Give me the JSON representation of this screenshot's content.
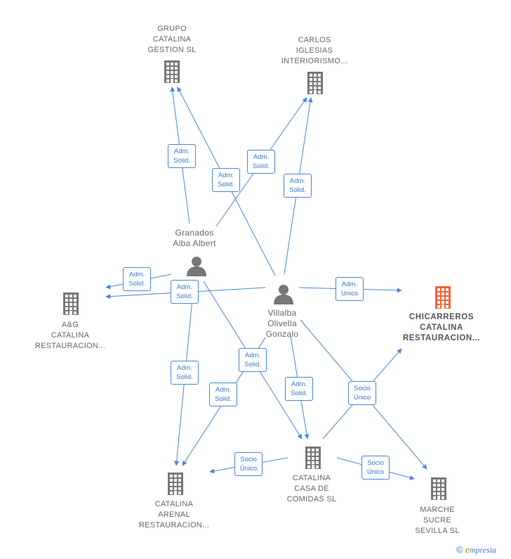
{
  "nodes": [
    {
      "id": "grupo",
      "type": "company",
      "label": "GRUPO\nCATALINA\nGESTION  SL"
    },
    {
      "id": "carlos",
      "type": "company",
      "label": "CARLOS\nIGLESIAS\nINTERIORISMO..."
    },
    {
      "id": "granados",
      "type": "person",
      "label": "Granados\nAlba Albert"
    },
    {
      "id": "villalba",
      "type": "person",
      "label": "Villalba\nOlivella\nGonzalo"
    },
    {
      "id": "ag",
      "type": "company",
      "label": "A&G\nCATALINA\nRESTAURACION..."
    },
    {
      "id": "chicarreros",
      "type": "focus",
      "label": "CHICARREROS\nCATALINA\nRESTAURACION..."
    },
    {
      "id": "casa",
      "type": "company",
      "label": "CATALINA\nCASA DE\nCOMIDAS SL"
    },
    {
      "id": "arenal",
      "type": "company",
      "label": "CATALINA\nARENAL\nRESTAURACION..."
    },
    {
      "id": "marche",
      "type": "company",
      "label": "MARCHE\nSUCRE\nSEVILLA  SL"
    }
  ],
  "edges": [
    {
      "from": "granados",
      "to": "grupo",
      "label": "Adm.\nSolid."
    },
    {
      "from": "villalba",
      "to": "grupo",
      "label": "Adm.\nSolid."
    },
    {
      "from": "granados",
      "to": "carlos",
      "label": "Adm.\nSolid."
    },
    {
      "from": "villalba",
      "to": "carlos",
      "label": "Adm.\nSolid."
    },
    {
      "from": "granados",
      "to": "ag",
      "label": "Adm.\nSolid."
    },
    {
      "from": "villalba",
      "to": "ag",
      "label": "Adm.\nSolid."
    },
    {
      "from": "villalba",
      "to": "chicarreros",
      "label": "Adm.\nUnico"
    },
    {
      "from": "granados",
      "to": "arenal",
      "label": "Adm.\nSolid."
    },
    {
      "from": "granados",
      "to": "casa",
      "label": "Adm.\nSolid."
    },
    {
      "from": "villalba",
      "to": "arenal",
      "label": "Adm.\nSolid."
    },
    {
      "from": "villalba",
      "to": "casa",
      "label": "Adm.\nSolid."
    },
    {
      "from": "casa",
      "to": "chicarreros",
      "label": "Socio\nÚnico"
    },
    {
      "from": "villalba",
      "to": "marche",
      "label": ""
    },
    {
      "from": "casa",
      "to": "arenal",
      "label": "Socio\nÚnico"
    },
    {
      "from": "casa",
      "to": "marche",
      "label": "Socio\nÚnico"
    }
  ],
  "colors": {
    "edge": "#4a86d8",
    "company_icon": "#777777",
    "focus_icon": "#f0643c",
    "person_icon": "#777777"
  },
  "brand": {
    "copyright": "©",
    "name": "mpresia",
    "initial": "e"
  }
}
